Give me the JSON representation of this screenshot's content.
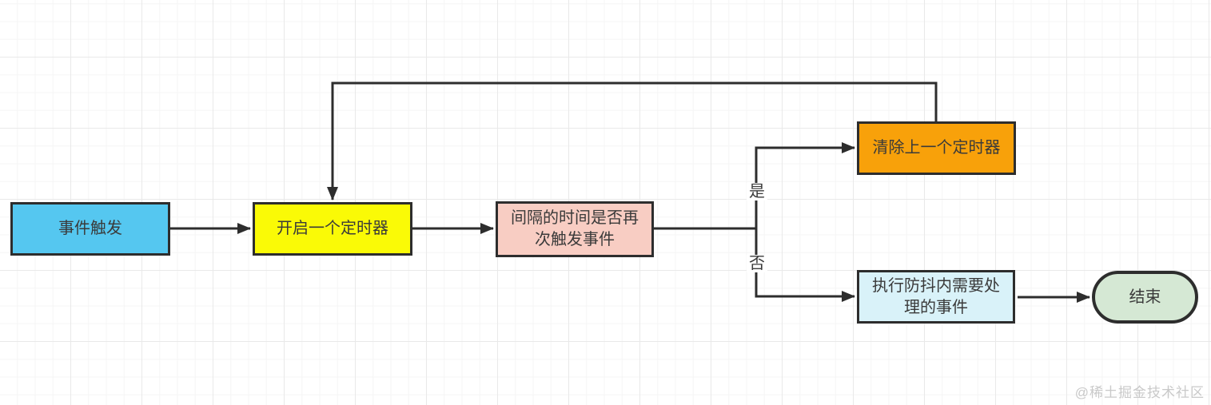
{
  "canvas": {
    "watermark": "@稀土掘金技术社区"
  },
  "flowchart": {
    "title_semantic": "debounce-flowchart",
    "stroke_color": "#2d2d2d",
    "nodes": {
      "event_trigger": {
        "label": "事件触发",
        "fill": "#55C7F0",
        "shape": "rect"
      },
      "start_timer": {
        "label": "开启一个定时器",
        "fill": "#FAFA06",
        "shape": "rect"
      },
      "interval_check": {
        "label": "间隔的时间是否再\n次触发事件",
        "fill": "#F8CDC3",
        "shape": "rect"
      },
      "clear_timer": {
        "label": "清除上一个定时器",
        "fill": "#F8A10A",
        "shape": "rect"
      },
      "execute_handler": {
        "label": "执行防抖内需要处\n理的事件",
        "fill": "#D9F2F9",
        "shape": "rect"
      },
      "end_node": {
        "label": "结束",
        "fill": "#D5E8D4",
        "shape": "stadium"
      }
    },
    "edge_labels": {
      "yes": "是",
      "no": "否"
    }
  }
}
